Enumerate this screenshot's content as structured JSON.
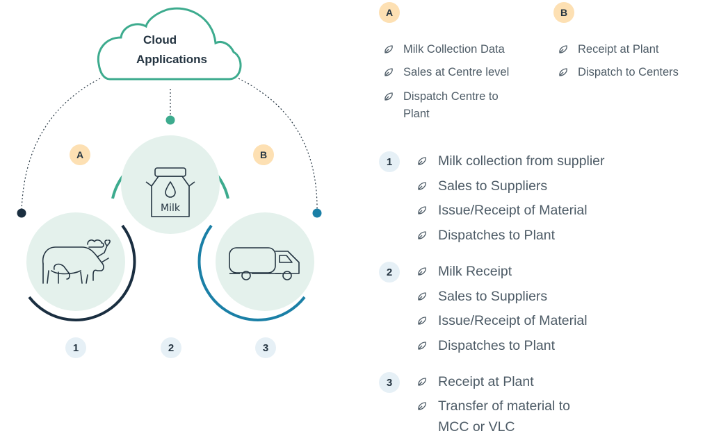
{
  "cloud": {
    "line1": "Cloud",
    "line2": "Applications"
  },
  "diagram": {
    "badges": {
      "a": "A",
      "b": "B"
    },
    "numbers": [
      "1",
      "2",
      "3"
    ],
    "milk_label": "Milk"
  },
  "legend": {
    "a_badge": "A",
    "b_badge": "B",
    "a_items": [
      "Milk Collection Data",
      "Sales at Centre level",
      "Dispatch Centre to",
      "Plant"
    ],
    "b_items": [
      "Receipt at Plant",
      "Dispatch to Centers"
    ]
  },
  "steps": [
    {
      "number": "1",
      "items": [
        "Milk collection from supplier",
        "Sales to Suppliers",
        "Issue/Receipt of Material",
        "Dispatches to Plant"
      ]
    },
    {
      "number": "2",
      "items": [
        "Milk Receipt",
        "Sales to Suppliers",
        "Issue/Receipt of Material",
        "Dispatches to Plant"
      ]
    },
    {
      "number": "3",
      "items": [
        "Receipt at Plant",
        "Transfer of material to",
        "MCC or VLC"
      ]
    }
  ],
  "colors": {
    "green": "#3dab8e",
    "navy": "#1a2e40",
    "blue": "#1a7fa6",
    "circle_fill": "#e4f1ec",
    "badge_orange": "#fde0b3",
    "badge_blue": "#e6f0f6"
  }
}
